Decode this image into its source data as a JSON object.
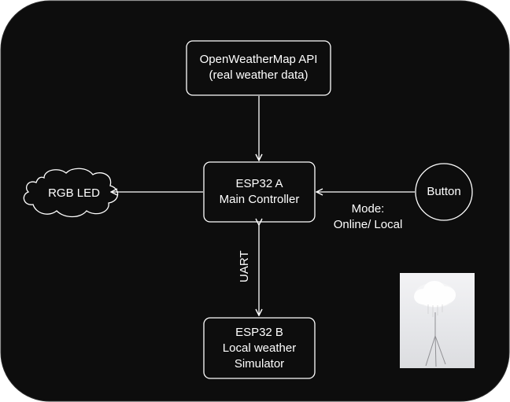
{
  "diagram": {
    "nodes": {
      "api": {
        "line1": "OpenWeatherMap API",
        "line2": "(real weather data)"
      },
      "esp_a": {
        "line1": "ESP32 A",
        "line2": "Main Controller"
      },
      "esp_b": {
        "line1": "ESP32 B",
        "line2": "Local weather",
        "line3": "Simulator"
      },
      "led": {
        "label": "RGB LED"
      },
      "button": {
        "label": "Button"
      }
    },
    "edges": {
      "mode": {
        "line1": "Mode:",
        "line2": "Online/ Local"
      },
      "uart": {
        "label": "UART"
      }
    },
    "photo": {
      "subject": "cloud-lamp-photo"
    },
    "colors": {
      "background": "#0d0d0d",
      "stroke": "#ffffff",
      "text": "#ffffff"
    }
  }
}
